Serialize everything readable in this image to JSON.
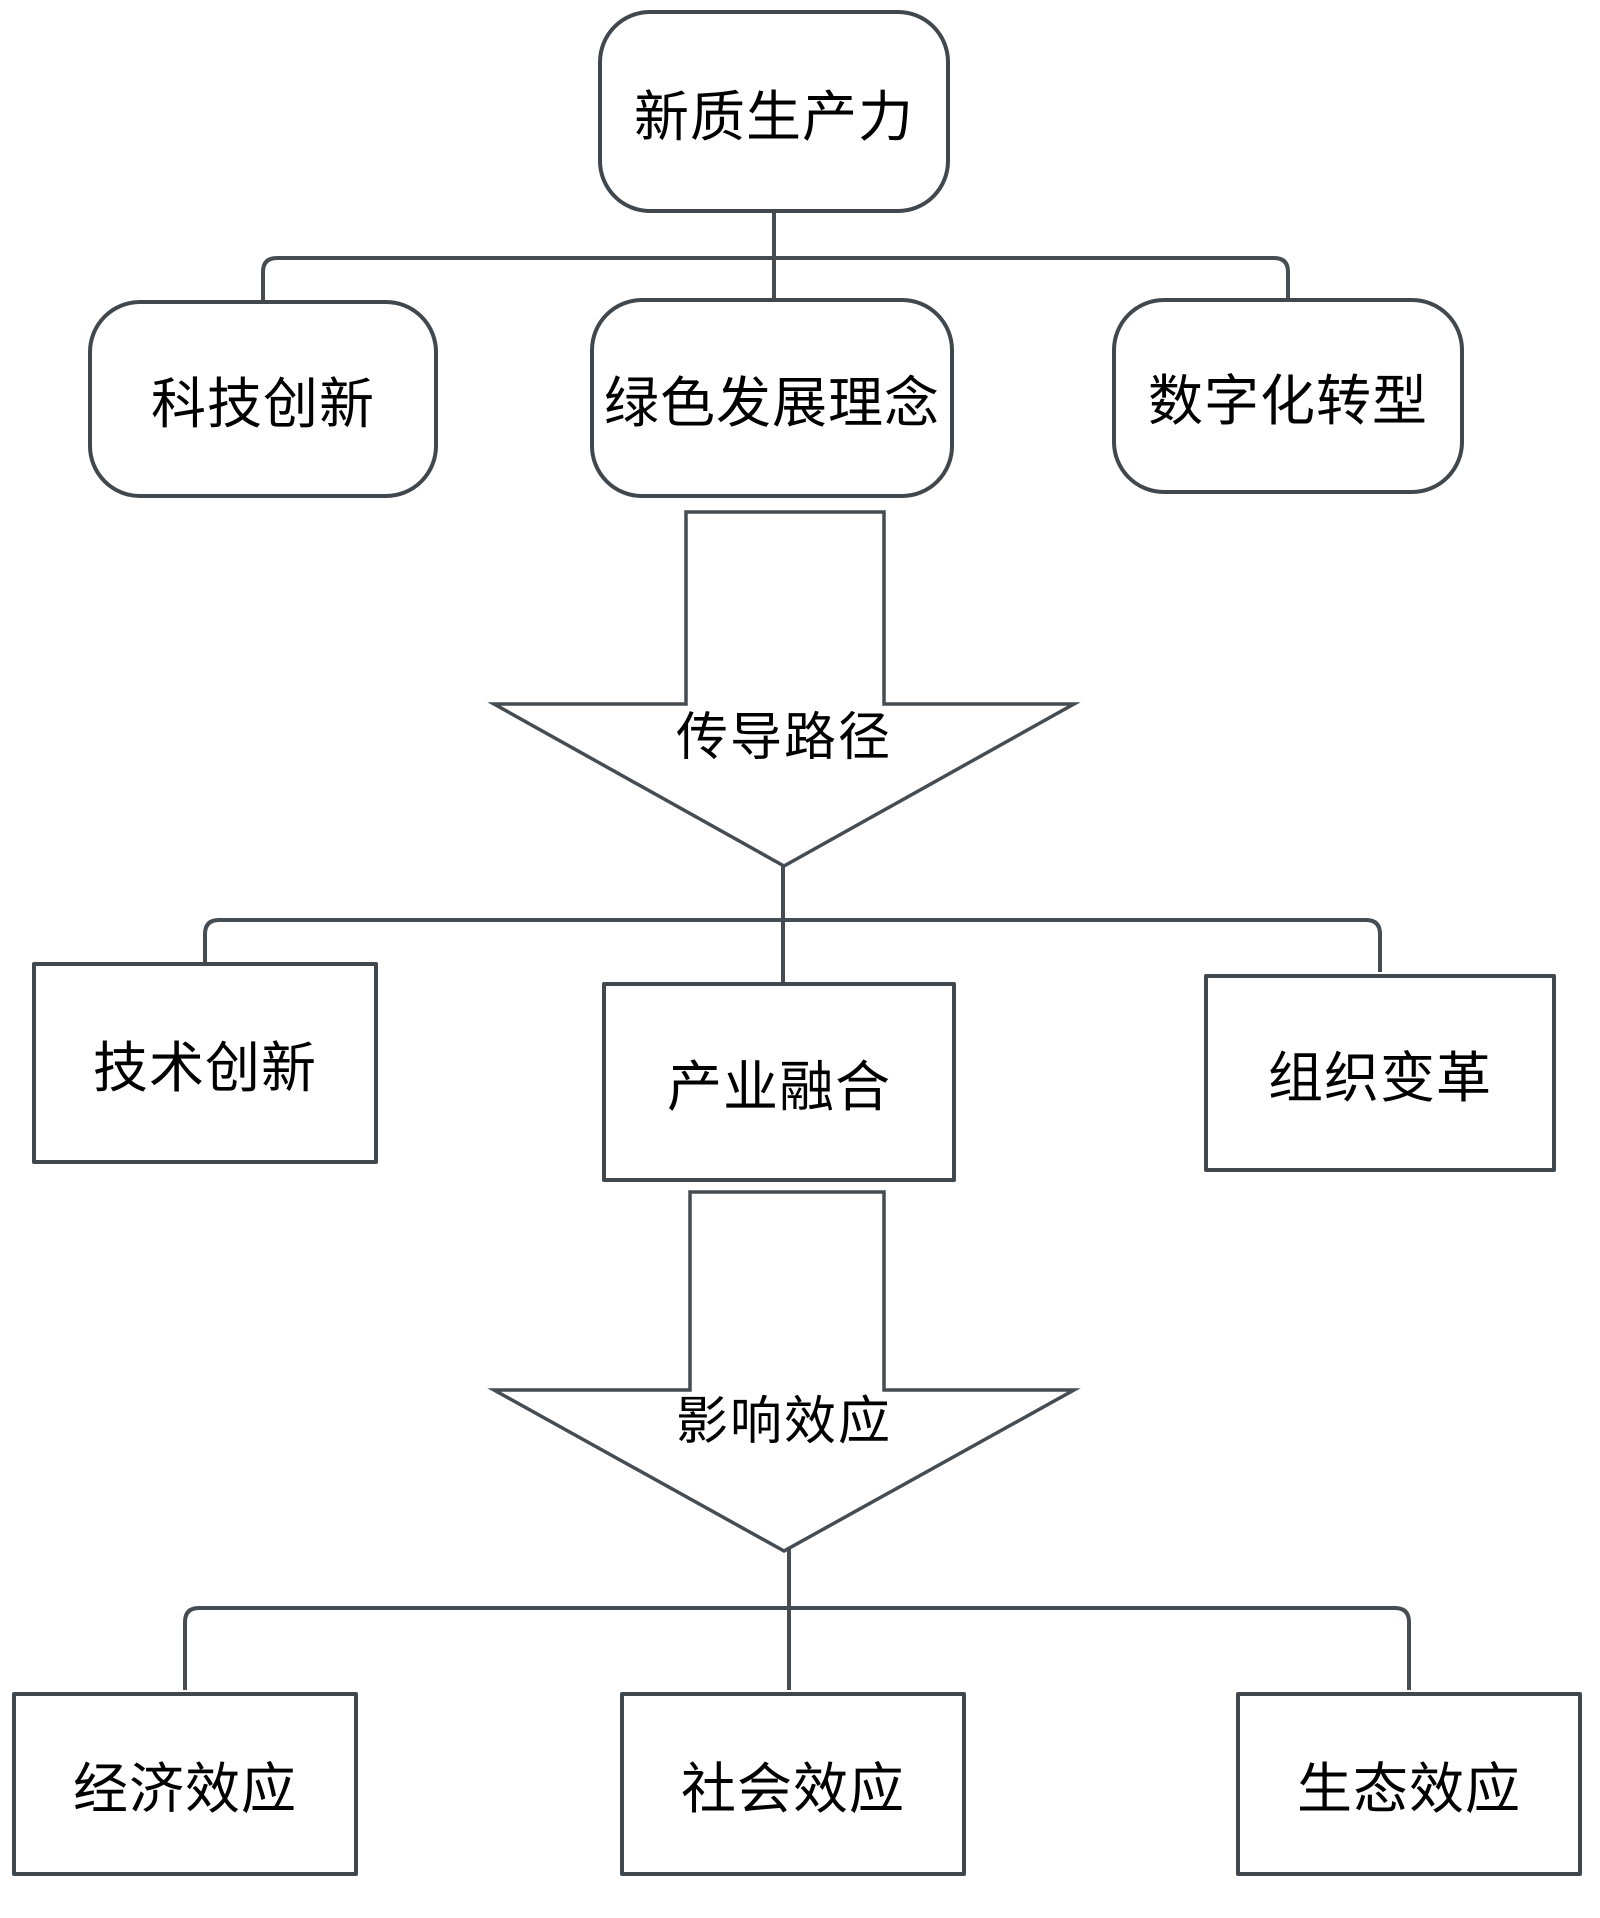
{
  "diagram": {
    "root": {
      "label": "新质生产力"
    },
    "level1": [
      {
        "label": "科技创新"
      },
      {
        "label": "绿色发展理念"
      },
      {
        "label": "数字化转型"
      }
    ],
    "arrows": [
      {
        "label": "传导路径"
      },
      {
        "label": "影响效应"
      }
    ],
    "level2": [
      {
        "label": "技术创新"
      },
      {
        "label": "产业融合"
      },
      {
        "label": "组织变革"
      }
    ],
    "level3": [
      {
        "label": "经济效应"
      },
      {
        "label": "社会效应"
      },
      {
        "label": "生态效应"
      }
    ],
    "colors": {
      "line": "#454c52",
      "node_border": "#40474d",
      "text": "#000000",
      "background": "#ffffff"
    }
  }
}
